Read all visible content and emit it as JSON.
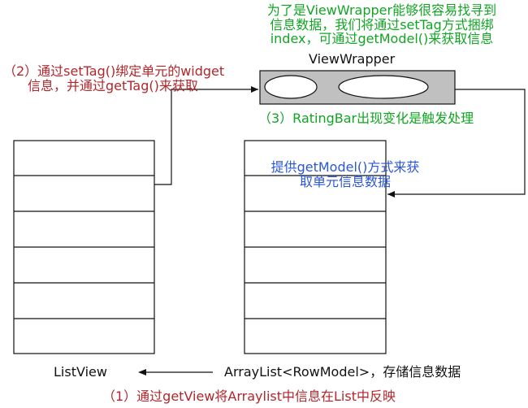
{
  "notes": {
    "top_note": [
      "为了是ViewWrapper能够很容易找寻到",
      "信息数据，我们将通过setTag方式捆绑",
      "index，可通过getModel()来获取信息"
    ],
    "view_wrapper_label": "ViewWrapper",
    "settag_note": [
      "（2）通过setTag()绑定单元的widget",
      "信息，并通过getTag()来获取"
    ],
    "ratingbar_note": "（3）RatingBar出现变化是触发处理",
    "getmodel_note": [
      "提供getModel()方式来获",
      "取单元信息数据"
    ],
    "listview_label": "ListView",
    "arraylist_label": "ArrayList<RowModel>，存储信息数据",
    "bottom_note": "（1）通过getView将Arraylist中信息在List中反映"
  },
  "list_rows": 6,
  "colors": {
    "green": "#12a524",
    "red": "#b3262b",
    "blue": "#2b56d6",
    "wrapper_fill": "#c0c0c0",
    "line": "#111111"
  }
}
